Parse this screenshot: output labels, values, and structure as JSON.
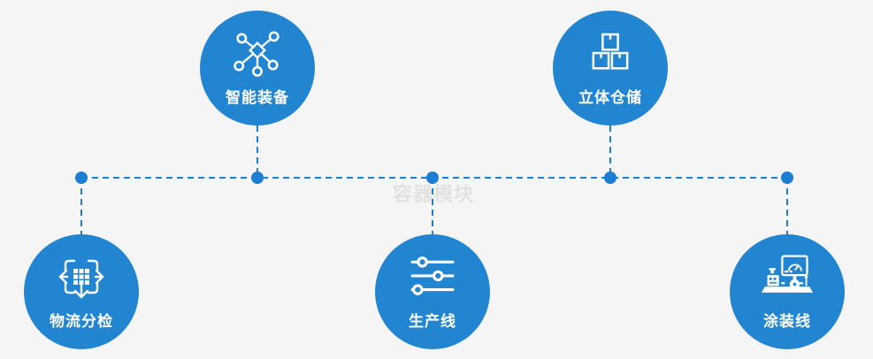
{
  "watermark": "容器模块",
  "colors": {
    "background": "#f5f5f6",
    "circle_blue": "#2185d2",
    "line_blue": "#1c7dd2",
    "label_white": "#ffffff",
    "watermark_gray": "#e2e2e2"
  },
  "nodes": [
    {
      "label": "智能装备",
      "icon": "network-nodes-icon",
      "row": "top"
    },
    {
      "label": "立体仓储",
      "icon": "stacked-boxes-icon",
      "row": "top"
    },
    {
      "label": "物流分检",
      "icon": "sorting-dispatch-icon",
      "row": "bottom"
    },
    {
      "label": "生产线",
      "icon": "sliders-icon",
      "row": "bottom"
    },
    {
      "label": "涂装线",
      "icon": "painting-machine-icon",
      "row": "bottom"
    }
  ]
}
